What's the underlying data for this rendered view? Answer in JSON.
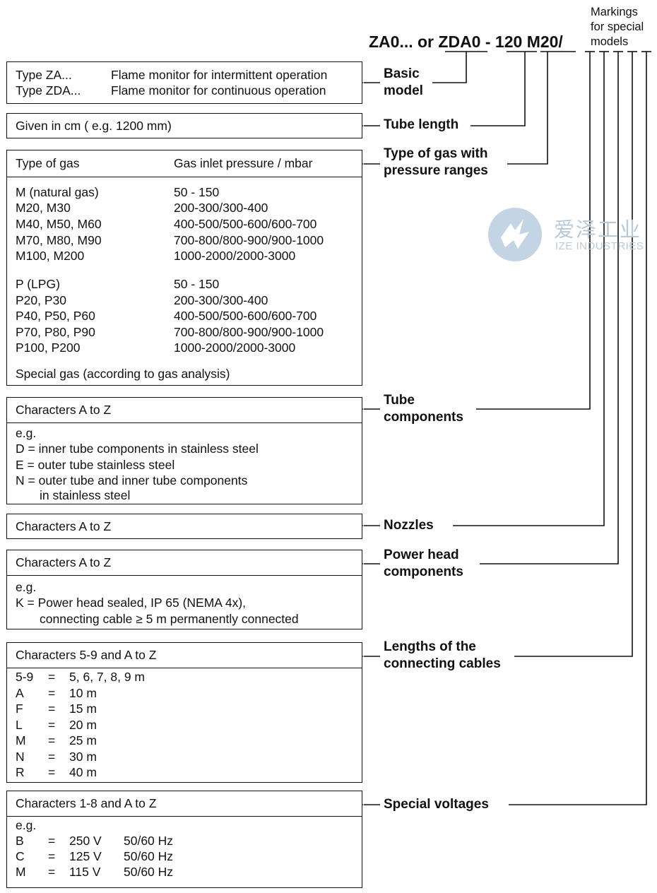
{
  "header": {
    "code_prefix": "ZA0... or",
    "code_zda": "ZDA0",
    "code_dash": "-",
    "code_length": "120",
    "code_gas": "M20/",
    "special_note_l1": "Markings",
    "special_note_l2": "for special",
    "special_note_l3": "models"
  },
  "watermark": {
    "title": "爱泽工业",
    "subtitle": "IZE INDUSTRIES"
  },
  "labels": {
    "basic_l1": "Basic",
    "basic_l2": "model",
    "tube_length": "Tube length",
    "gas_l1": "Type of gas with",
    "gas_l2": "pressure ranges",
    "tube_comp_l1": "Tube",
    "tube_comp_l2": "components",
    "nozzles": "Nozzles",
    "power_l1": "Power head",
    "power_l2": "components",
    "cables_l1": "Lengths of the",
    "cables_l2": "connecting cables",
    "voltages": "Special voltages"
  },
  "basic": {
    "rows": [
      {
        "type": "Type ZA...",
        "desc": "Flame monitor for intermittent operation"
      },
      {
        "type": "Type ZDA...",
        "desc": "Flame monitor for continuous operation"
      }
    ]
  },
  "length": {
    "text": "Given in cm ( e.g. 1200 mm)"
  },
  "gas": {
    "col1": "Type of gas",
    "col2": "Gas inlet pressure / mbar",
    "rows": [
      {
        "gas": "M (natural gas)",
        "pressure": "50 - 150"
      },
      {
        "gas": "M20, M30",
        "pressure": "200-300/300-400"
      },
      {
        "gas": "M40, M50, M60",
        "pressure": "400-500/500-600/600-700"
      },
      {
        "gas": "M70, M80, M90",
        "pressure": "700-800/800-900/900-1000"
      },
      {
        "gas": "M100, M200",
        "pressure": "1000-2000/2000-3000"
      },
      {
        "gas": "P (LPG)",
        "pressure": "50 - 150"
      },
      {
        "gas": "P20, P30",
        "pressure": "200-300/300-400"
      },
      {
        "gas": "P40, P50, P60",
        "pressure": "400-500/500-600/600-700"
      },
      {
        "gas": "P70, P80, P90",
        "pressure": "700-800/800-900/900-1000"
      },
      {
        "gas": "P100, P200",
        "pressure": "1000-2000/2000-3000"
      }
    ],
    "special": "Special gas (according to gas analysis)"
  },
  "tube": {
    "header": "Characters A to Z",
    "eg": "e.g.",
    "lines": [
      "D = inner tube components in stainless steel",
      "E = outer tube stainless steel",
      "N = outer tube and inner tube components",
      "in stainless steel"
    ]
  },
  "nozzles": {
    "header": "Characters A to Z"
  },
  "power": {
    "header": "Characters A to Z",
    "eg": "e.g.",
    "l1": "K = Power head sealed, IP 65 (NEMA 4x),",
    "l2": "connecting cable ≥ 5 m permanently connected"
  },
  "cables": {
    "header": "Characters 5-9 and A to Z",
    "rows": [
      {
        "code": "5-9",
        "eq": "=",
        "val": "5, 6, 7, 8, 9 m"
      },
      {
        "code": "A",
        "eq": "=",
        "val": "10 m"
      },
      {
        "code": "F",
        "eq": "=",
        "val": "15 m"
      },
      {
        "code": "L",
        "eq": "=",
        "val": "20 m"
      },
      {
        "code": "M",
        "eq": "=",
        "val": "25 m"
      },
      {
        "code": "N",
        "eq": "=",
        "val": "30 m"
      },
      {
        "code": "R",
        "eq": "=",
        "val": "40 m"
      }
    ]
  },
  "voltages": {
    "header": "Characters 1-8 and A to Z",
    "eg": "e.g.",
    "rows": [
      {
        "code": "B",
        "eq": "=",
        "volt": "250 V",
        "freq": "50/60 Hz"
      },
      {
        "code": "C",
        "eq": "=",
        "volt": "125 V",
        "freq": "50/60 Hz"
      },
      {
        "code": "M",
        "eq": "=",
        "volt": "115 V",
        "freq": "50/60 Hz"
      }
    ]
  }
}
